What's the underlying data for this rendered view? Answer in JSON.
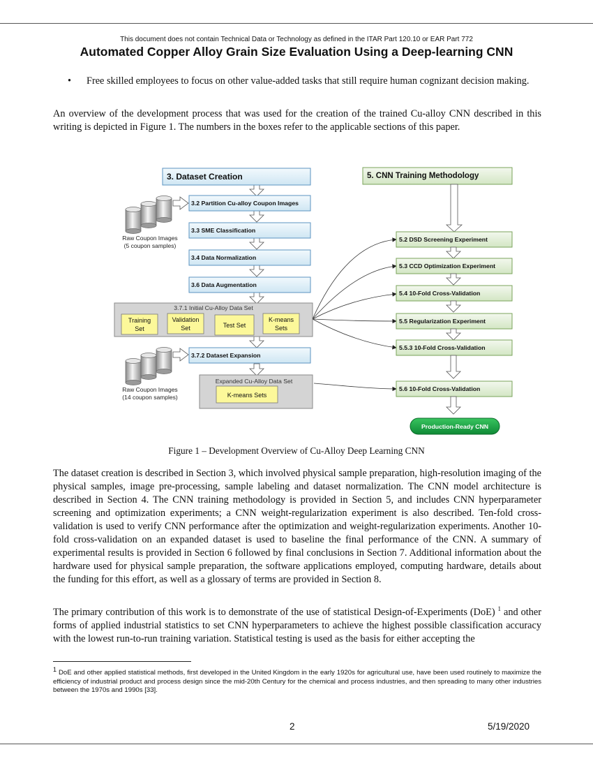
{
  "header": {
    "notice": "This document does not contain Technical Data or Technology as defined in the ITAR Part 120.10 or EAR Part 772",
    "title": "Automated Copper Alloy Grain Size Evaluation Using a Deep-learning CNN"
  },
  "body": {
    "bullet_marker": "•",
    "bullet_text": "Free skilled employees to focus on other value-added tasks that still require human cognizant decision making.",
    "paragraph_1": "An overview of the development process that was used for the creation of the trained Cu-alloy CNN described in this writing is depicted in Figure 1. The numbers in the boxes refer to the applicable sections of this paper.",
    "paragraph_2": "The dataset creation is described in Section 3, which involved physical sample preparation, high-resolution imaging of the physical samples, image pre-processing, sample labeling and dataset normalization. The CNN model architecture is described in Section 4. The CNN training methodology is provided in Section 5, and includes CNN hyperparameter screening and optimization experiments; a CNN weight-regularization experiment is also described. Ten-fold cross-validation is used to verify CNN performance after the optimization and weight-regularization experiments. Another 10-fold cross-validation on an expanded dataset is used to baseline the final performance of the CNN. A summary of experimental results is provided in Section 6 followed by final conclusions in Section 7. Additional information about the hardware used for physical sample preparation, the software applications employed, computing hardware, details about the funding for this effort, as well as a glossary of terms are provided in Section 8.",
    "paragraph_3_before": "The primary contribution of this work is to demonstrate of the use of statistical Design-of-Experiments (DoE) ",
    "paragraph_3_sup": "1",
    "paragraph_3_after": " and other forms of applied industrial statistics to set CNN hyperparameters to achieve the highest possible classification accuracy with the lowest run-to-run training variation. Statistical testing is used as the basis for either accepting the"
  },
  "figure": {
    "caption": "Figure 1 – Development Overview of Cu-Alloy Deep Learning CNN",
    "left_column": {
      "dataset_creation": "3.  Dataset Creation",
      "partition": "3.2 Partition Cu-alloy Coupon Images",
      "sme": "3.3 SME Classification",
      "normalization": "3.4 Data Normalization",
      "augmentation": "3.6 Data Augmentation",
      "initial_set": "3.7.1 Initial Cu-Alloy Data Set",
      "training_1": "Training",
      "training_2": "Set",
      "validation_1": "Validation",
      "validation_2": "Set",
      "test_set": "Test Set",
      "kmeans_1": "K-means",
      "kmeans_2": "Sets",
      "expansion": "3.7.2 Dataset Expansion",
      "expanded_set": "Expanded Cu-Alloy Data Set",
      "kmeans_sets": "K-means Sets",
      "raw_1_line1": "Raw Coupon Images",
      "raw_1_line2": "(5 coupon samples)",
      "raw_2_line1": "Raw Coupon Images",
      "raw_2_line2": "(14 coupon samples)"
    },
    "right_column": {
      "training_methodology": "5. CNN Training Methodology",
      "dsd": "5.2 DSD Screening Experiment",
      "ccd": "5.3 CCD Optimization Experiment",
      "cv1": "5.4 10-Fold Cross-Validation",
      "regularization": "5.5 Regularization Experiment",
      "cv2": "5.5.3 10-Fold Cross-Validation",
      "cv3": "5.6 10-Fold Cross-Validation",
      "production": "Production-Ready CNN"
    },
    "colors": {
      "blue_fill": "#deeef7",
      "blue_border": "#5b93c0",
      "green_fill": "#e4efd9",
      "green_border": "#7aa35a",
      "yellow_fill": "#fcf89a",
      "gray_fill": "#d4d4d4",
      "production_fill": "#16a34a"
    }
  },
  "footnote": {
    "marker": "1",
    "text": " DoE and other applied statistical methods, first developed in the United Kingdom in the early 1920s for agricultural use, have been used routinely to maximize the efficiency of industrial product and process design since the mid-20th Century for the chemical and process industries, and then spreading to many other industries between the 1970s and 1990s [33]."
  },
  "footer": {
    "page_number": "2",
    "date": "5/19/2020"
  }
}
